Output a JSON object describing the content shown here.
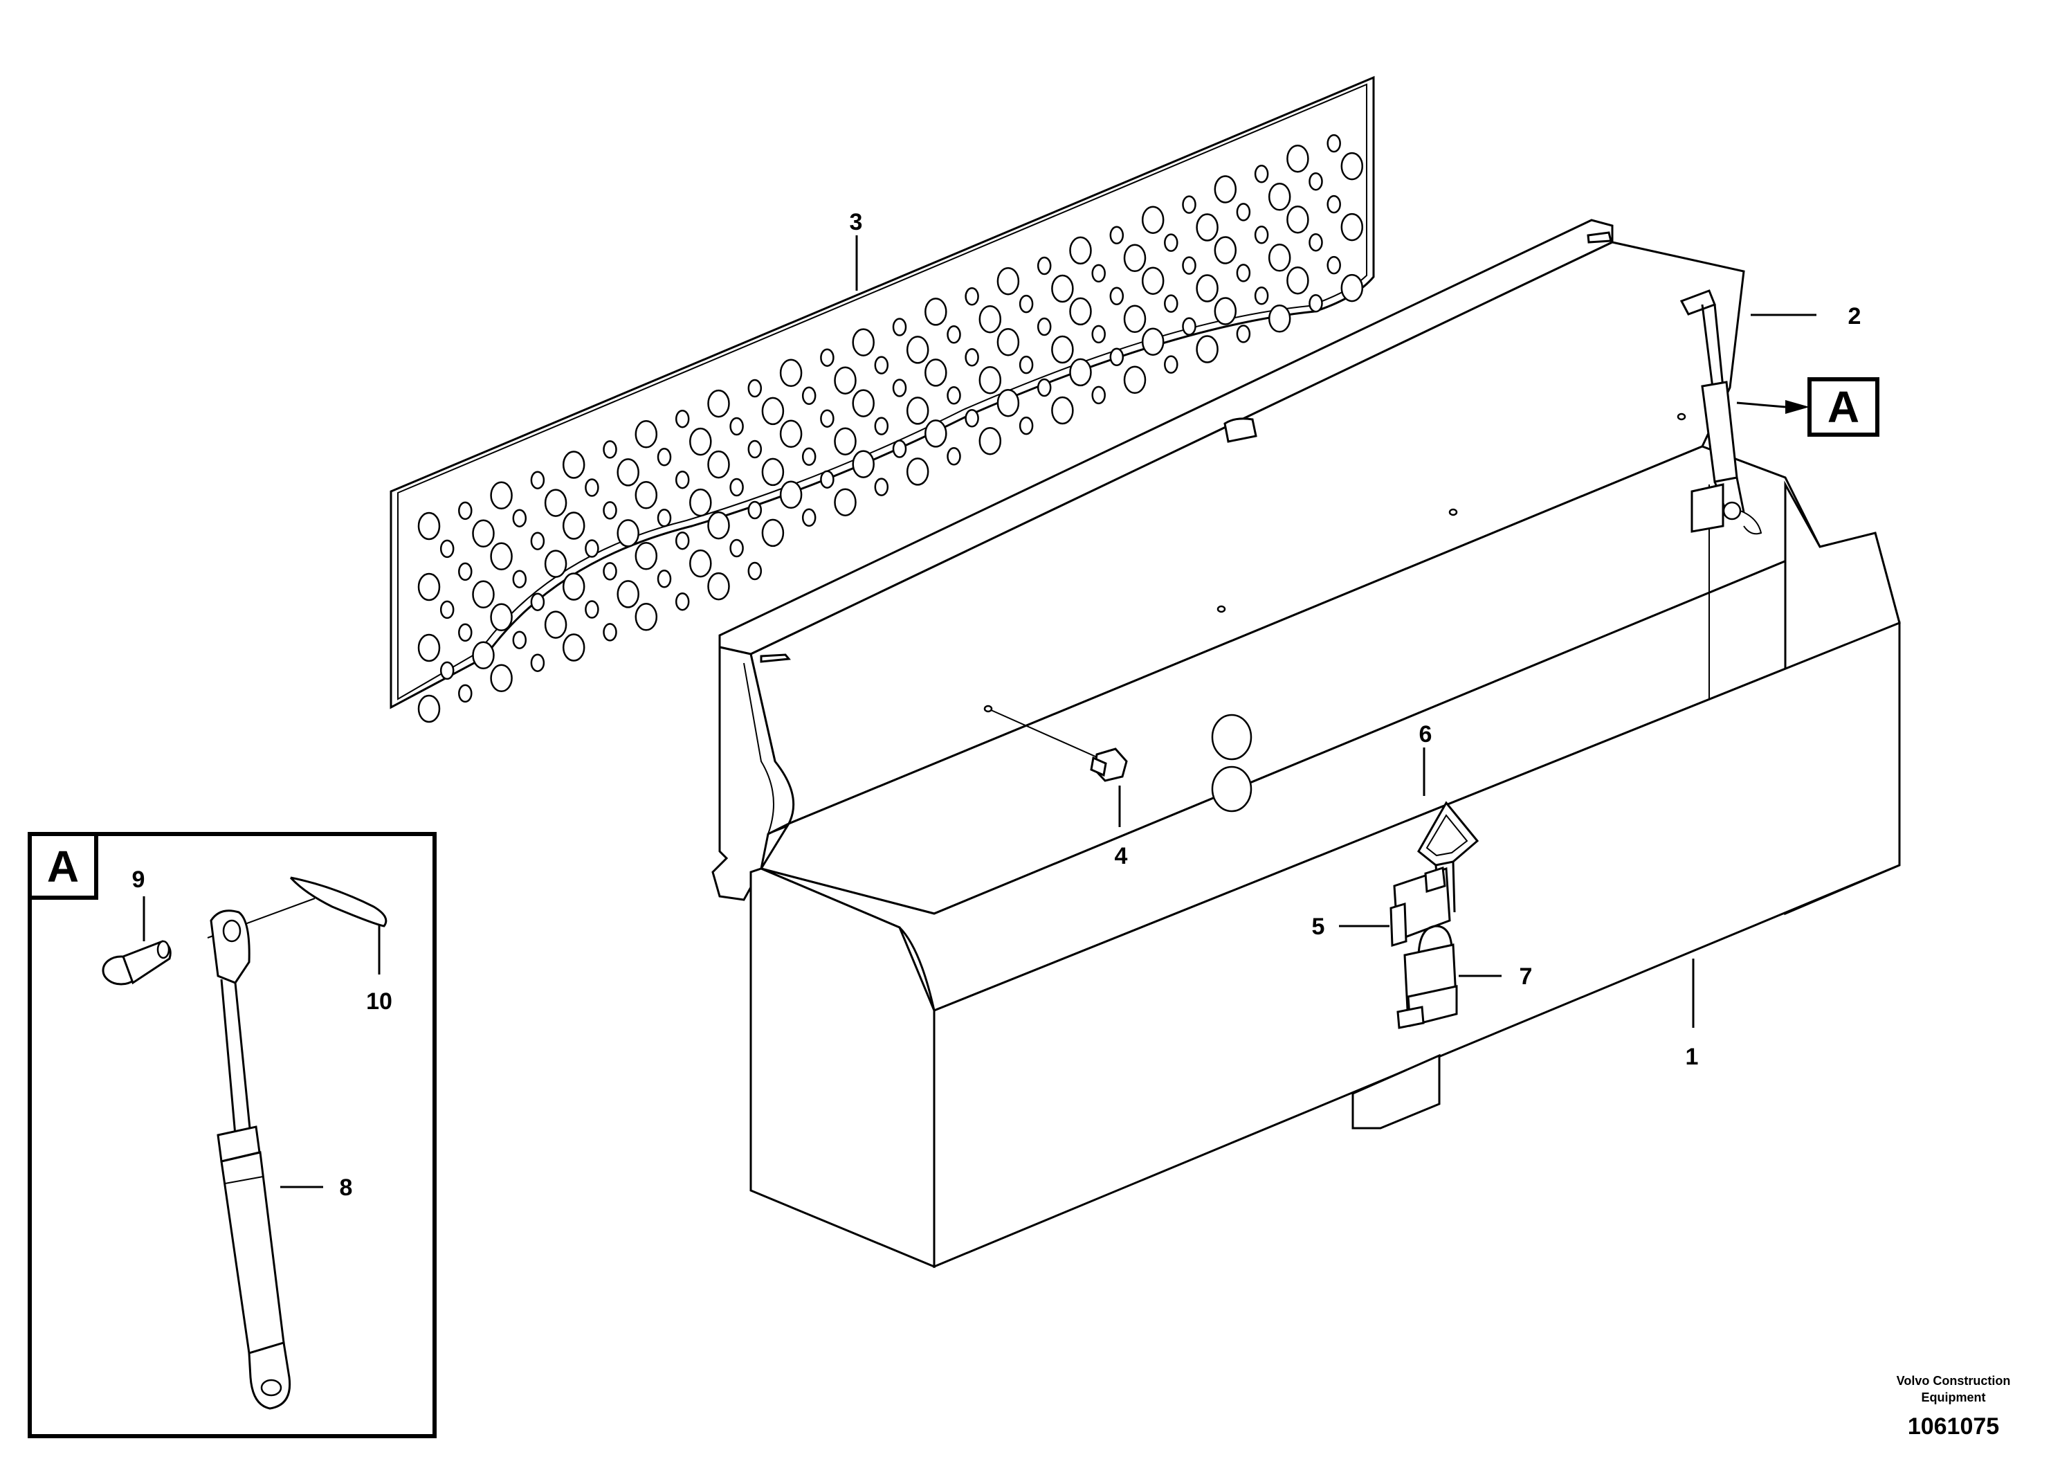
{
  "callouts": [
    {
      "id": "1",
      "label": "1"
    },
    {
      "id": "2",
      "label": "2"
    },
    {
      "id": "3",
      "label": "3"
    },
    {
      "id": "4",
      "label": "4"
    },
    {
      "id": "5",
      "label": "5"
    },
    {
      "id": "6",
      "label": "6"
    },
    {
      "id": "7",
      "label": "7"
    },
    {
      "id": "8",
      "label": "8"
    },
    {
      "id": "9",
      "label": "9"
    },
    {
      "id": "10",
      "label": "10"
    }
  ],
  "detail_view": {
    "letter": "A"
  },
  "detail_marker": {
    "letter": "A"
  },
  "footer": {
    "brand_line1": "Volvo Construction",
    "brand_line2": "Equipment",
    "doc_number": "1061075"
  }
}
